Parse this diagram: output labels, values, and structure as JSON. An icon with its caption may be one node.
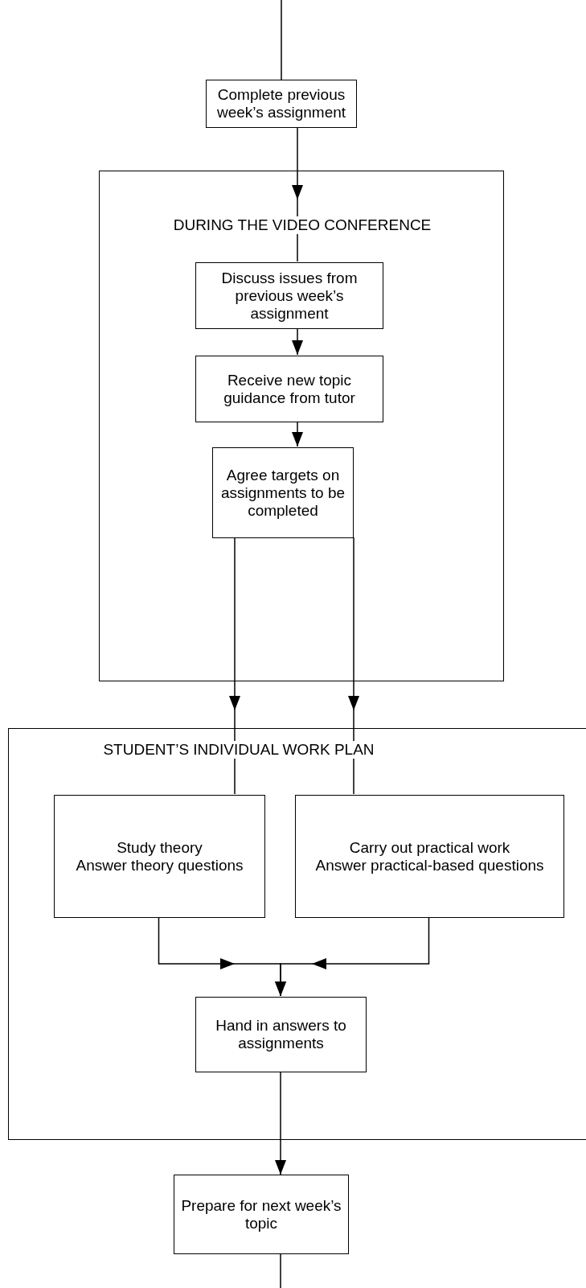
{
  "diagram": {
    "nodes": [
      {
        "text": [
          "Complete previous week’s assignment"
        ]
      },
      {
        "text": [
          "DURING THE VIDEO CONFERENCE"
        ]
      },
      {
        "text": [
          "Discuss issues from previous week’s assignment"
        ],
        "in": 1
      },
      {
        "text": [
          "Receive new topic guidance from tutor"
        ],
        "in": 1
      },
      {
        "text": [
          "Agree targets on assignments to be completed"
        ],
        "in": 1
      },
      {
        "text": [
          "STUDENT’S INDIVIDUAL WORK PLAN"
        ]
      },
      {
        "text": [
          "Study theory",
          "Answer theory questions"
        ],
        "in": 5
      },
      {
        "text": [
          "Carry out practical work",
          "Answer practical-based questions"
        ],
        "in": 5
      },
      {
        "text": [
          "Hand in answers to assignments"
        ],
        "in": 5
      },
      {
        "text": [
          "Prepare for next week’s topic"
        ]
      }
    ],
    "edges": [
      {
        "from": null,
        "to": 0,
        "arrow": "none"
      },
      {
        "from": 0,
        "to": 2,
        "arrow": "to"
      },
      {
        "from": 2,
        "to": 3,
        "arrow": "to"
      },
      {
        "from": 3,
        "to": 4,
        "arrow": "to"
      },
      {
        "from": 4,
        "to": 6,
        "arrow": "to"
      },
      {
        "from": 4,
        "to": 7,
        "arrow": "to"
      },
      {
        "from": 6,
        "to": 8,
        "arrow": "to"
      },
      {
        "from": 7,
        "to": 8,
        "arrow": "to"
      },
      {
        "from": 8,
        "to": 9,
        "arrow": "to"
      },
      {
        "from": 9,
        "to": null,
        "arrow": "none"
      }
    ]
  }
}
